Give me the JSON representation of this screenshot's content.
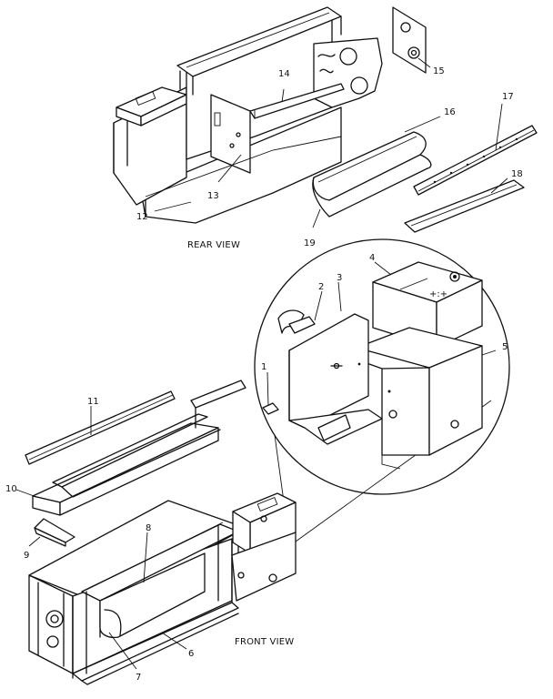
{
  "views": {
    "rear": "REAR VIEW",
    "front": "FRONT VIEW"
  },
  "callouts": {
    "c1": "1",
    "c2": "2",
    "c3": "3",
    "c4": "4",
    "c5": "5",
    "c6": "6",
    "c7": "7",
    "c8": "8",
    "c9": "9",
    "c10": "10",
    "c11": "11",
    "c12": "12",
    "c13": "13",
    "c14": "14",
    "c15": "15",
    "c16": "16",
    "c17": "17",
    "c18": "18",
    "c19": "19"
  }
}
